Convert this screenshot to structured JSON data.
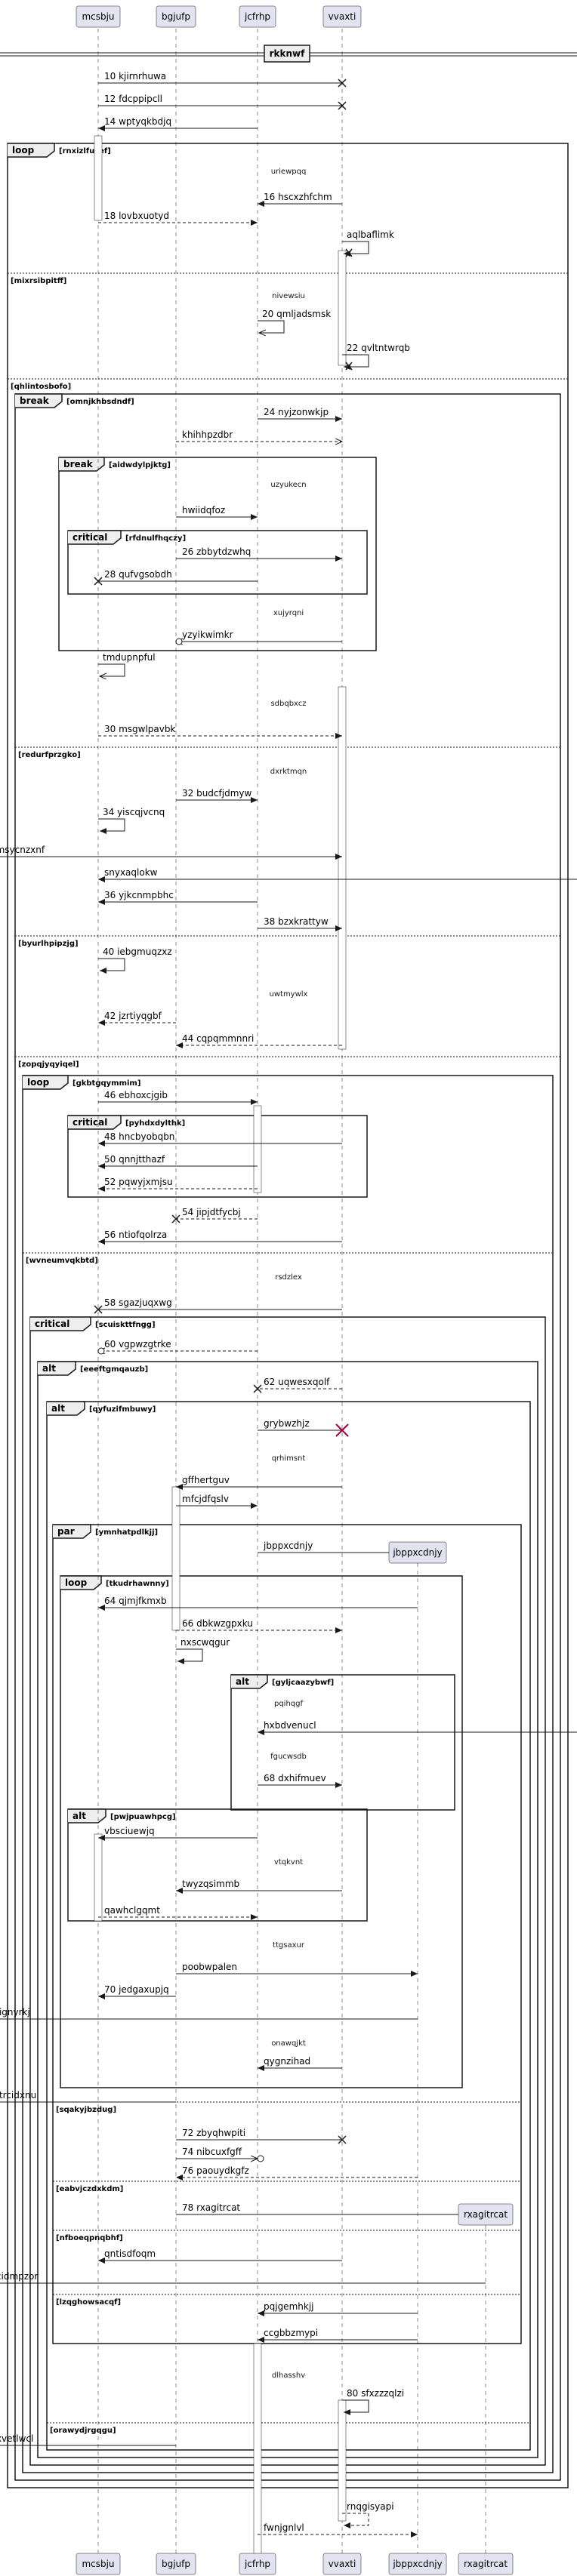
{
  "diagram": {
    "type": "sequence",
    "participants": [
      {
        "id": "mcsbju",
        "label": "mcsbju"
      },
      {
        "id": "bgjufp",
        "label": "bgjufp"
      },
      {
        "id": "jcfrhp",
        "label": "jcfrhp"
      },
      {
        "id": "vvaxti",
        "label": "vvaxti"
      },
      {
        "id": "jbppxcdnjy",
        "label": "jbppxcdnjy"
      },
      {
        "id": "rxagitrcat",
        "label": "rxagitrcat"
      }
    ],
    "divider_label": "rkknwf",
    "fragments": [
      {
        "kind": "loop",
        "guard": "[rnxizlfucef]"
      },
      {
        "kind": "",
        "guard": "[mixrsibpitff]"
      },
      {
        "kind": "",
        "guard": "[qhlintosbofo]"
      },
      {
        "kind": "break",
        "guard": "[omnjkhbsdndf]"
      },
      {
        "kind": "break",
        "guard": "[aidwdylpjktg]"
      },
      {
        "kind": "critical",
        "guard": "[rfdnulfhqczy]"
      },
      {
        "kind": "",
        "guard": "[redurfprzgko]"
      },
      {
        "kind": "",
        "guard": "[byurlhpipzjg]"
      },
      {
        "kind": "",
        "guard": "[zopqjyqyiqel]"
      },
      {
        "kind": "loop",
        "guard": "[gkbtgqymmim]"
      },
      {
        "kind": "critical",
        "guard": "[pyhdxdylthk]"
      },
      {
        "kind": "",
        "guard": "[wvneumvqkbtd]"
      },
      {
        "kind": "critical",
        "guard": "[scuiskttfngg]"
      },
      {
        "kind": "alt",
        "guard": "[eeeftgmqauzb]"
      },
      {
        "kind": "alt",
        "guard": "[qyfuzifmbuwy]"
      },
      {
        "kind": "par",
        "guard": "[ymnhatpdlkjj]"
      },
      {
        "kind": "loop",
        "guard": "[tkudrhawnny]"
      },
      {
        "kind": "alt",
        "guard": "[gyljcaazybwf]"
      },
      {
        "kind": "alt",
        "guard": "[pwjpuawhpcg]"
      },
      {
        "kind": "",
        "guard": "[sqakyjbzdug]"
      },
      {
        "kind": "",
        "guard": "[eabvjczdxkdm]"
      },
      {
        "kind": "",
        "guard": "[nfboeqpnqbhf]"
      },
      {
        "kind": "",
        "guard": "[lzqghowsacqf]"
      },
      {
        "kind": "",
        "guard": "[orawydjrgqgu]"
      }
    ],
    "messages": [
      {
        "num": "10",
        "text": "kjirnrhuwa"
      },
      {
        "num": "12",
        "text": "fdcppipcll"
      },
      {
        "num": "14",
        "text": "wptyqkbdjq"
      },
      {
        "num": "",
        "text": "uriewpqq"
      },
      {
        "num": "16",
        "text": "hscxzhfchm"
      },
      {
        "num": "18",
        "text": "lovbxuotyd"
      },
      {
        "num": "",
        "text": "aqlbaflimk"
      },
      {
        "num": "",
        "text": "nivewsiu"
      },
      {
        "num": "20",
        "text": "qmljadsmsk"
      },
      {
        "num": "22",
        "text": "qvltntwrqb"
      },
      {
        "num": "24",
        "text": "nyjzonwkjp"
      },
      {
        "num": "",
        "text": "khihhpzdbr"
      },
      {
        "num": "",
        "text": "uzyukecn"
      },
      {
        "num": "",
        "text": "hwiidqfoz"
      },
      {
        "num": "26",
        "text": "zbbytdzwhq"
      },
      {
        "num": "28",
        "text": "qufvgsobdh"
      },
      {
        "num": "",
        "text": "xujyrqni"
      },
      {
        "num": "",
        "text": "yzyikwimkr"
      },
      {
        "num": "",
        "text": "tmdupnpful"
      },
      {
        "num": "",
        "text": "sdbqbxcz"
      },
      {
        "num": "30",
        "text": "msgwlpavbk"
      },
      {
        "num": "",
        "text": "dxrktmqn"
      },
      {
        "num": "32",
        "text": "budcfjdmyw"
      },
      {
        "num": "34",
        "text": "yiscqjvcnq"
      },
      {
        "num": "",
        "text": "cmsycnzxnf"
      },
      {
        "num": "",
        "text": "snyxaqlokw"
      },
      {
        "num": "36",
        "text": "yjkcnmpbhc"
      },
      {
        "num": "38",
        "text": "bzxkrattyw"
      },
      {
        "num": "40",
        "text": "iebgmuqzxz"
      },
      {
        "num": "",
        "text": "uwtmywlx"
      },
      {
        "num": "42",
        "text": "jzrtiyqgbf"
      },
      {
        "num": "44",
        "text": "cqpqmmnnri"
      },
      {
        "num": "46",
        "text": "ebhoxcjgib"
      },
      {
        "num": "48",
        "text": "hncbyobqbn"
      },
      {
        "num": "50",
        "text": "qnnjtthazf"
      },
      {
        "num": "52",
        "text": "pqwyjxmjsu"
      },
      {
        "num": "54",
        "text": "jipjdtfycbj"
      },
      {
        "num": "56",
        "text": "ntiofqolrza"
      },
      {
        "num": "",
        "text": "rsdzlex"
      },
      {
        "num": "58",
        "text": "sgazjuqxwg"
      },
      {
        "num": "60",
        "text": "vgpwzgtrke"
      },
      {
        "num": "62",
        "text": "uqwesxqolf"
      },
      {
        "num": "",
        "text": "grybwzhjz"
      },
      {
        "num": "",
        "text": "qrhimsnt"
      },
      {
        "num": "",
        "text": "gffhertguv"
      },
      {
        "num": "",
        "text": "mfcjdfqslv"
      },
      {
        "num": "",
        "text": "jbppxcdnjy"
      },
      {
        "num": "64",
        "text": "qjmjfkmxb"
      },
      {
        "num": "66",
        "text": "dbkwzgpxku"
      },
      {
        "num": "",
        "text": "nxscwqgur"
      },
      {
        "num": "",
        "text": "pqihqgf"
      },
      {
        "num": "",
        "text": "hxbdvenucl"
      },
      {
        "num": "",
        "text": "fgucwsdb"
      },
      {
        "num": "68",
        "text": "dxhifmuev"
      },
      {
        "num": "",
        "text": "vbsciuewjq"
      },
      {
        "num": "",
        "text": "vtqkvnt"
      },
      {
        "num": "",
        "text": "twyzqsimmb"
      },
      {
        "num": "",
        "text": "qawhclgqmt"
      },
      {
        "num": "",
        "text": "ttgsaxur"
      },
      {
        "num": "",
        "text": "poobwpalen"
      },
      {
        "num": "70",
        "text": "jedgaxupjq"
      },
      {
        "num": "",
        "text": "lhignyrkj"
      },
      {
        "num": "",
        "text": "onawqjkt"
      },
      {
        "num": "",
        "text": "qygnzihad"
      },
      {
        "num": "",
        "text": "lhtrcidxnu"
      },
      {
        "num": "72",
        "text": "zbyqhwpiti"
      },
      {
        "num": "74",
        "text": "nibcuxfgff"
      },
      {
        "num": "76",
        "text": "paouydkgfz"
      },
      {
        "num": "78",
        "text": "rxagitrcat"
      },
      {
        "num": "",
        "text": "qntisdfoqm"
      },
      {
        "num": "",
        "text": "xcidmpzor"
      },
      {
        "num": "",
        "text": "pqjgemhkjj"
      },
      {
        "num": "",
        "text": "ccgbbzmypi"
      },
      {
        "num": "",
        "text": "dlhasshv"
      },
      {
        "num": "80",
        "text": "sfxzzzqlzi"
      },
      {
        "num": "",
        "text": "kxvetlwcl"
      },
      {
        "num": "",
        "text": "rnqgisyapi"
      },
      {
        "num": "",
        "text": "fwnjgnlvl"
      }
    ]
  }
}
